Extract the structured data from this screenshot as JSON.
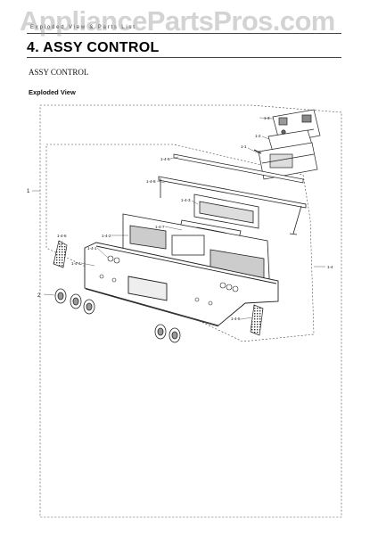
{
  "watermark": "AppliancePartsPros.com",
  "header": {
    "section_label": "Exploded View & Parts List",
    "title": "4.  ASSY CONTROL"
  },
  "content": {
    "subtitle": "ASSY CONTROL",
    "exploded_view_label": "Exploded View"
  },
  "callouts": {
    "main_assembly": "1",
    "knob": "2",
    "pcb_main": "1-3",
    "pcb_holder": "1-2",
    "pcb_bracket": "1-1",
    "bracket_top": "1-4-9",
    "rail": "1-4-8",
    "window_frame": "1-4-3",
    "display_window": "1-4-7",
    "panel_assy": "1-4-2",
    "switch": "1-4-1",
    "panel": "1-4-4",
    "side_bracket_left": "1-4-6",
    "side_bracket_right": "1-4-5",
    "assy_panel": "1-4"
  }
}
